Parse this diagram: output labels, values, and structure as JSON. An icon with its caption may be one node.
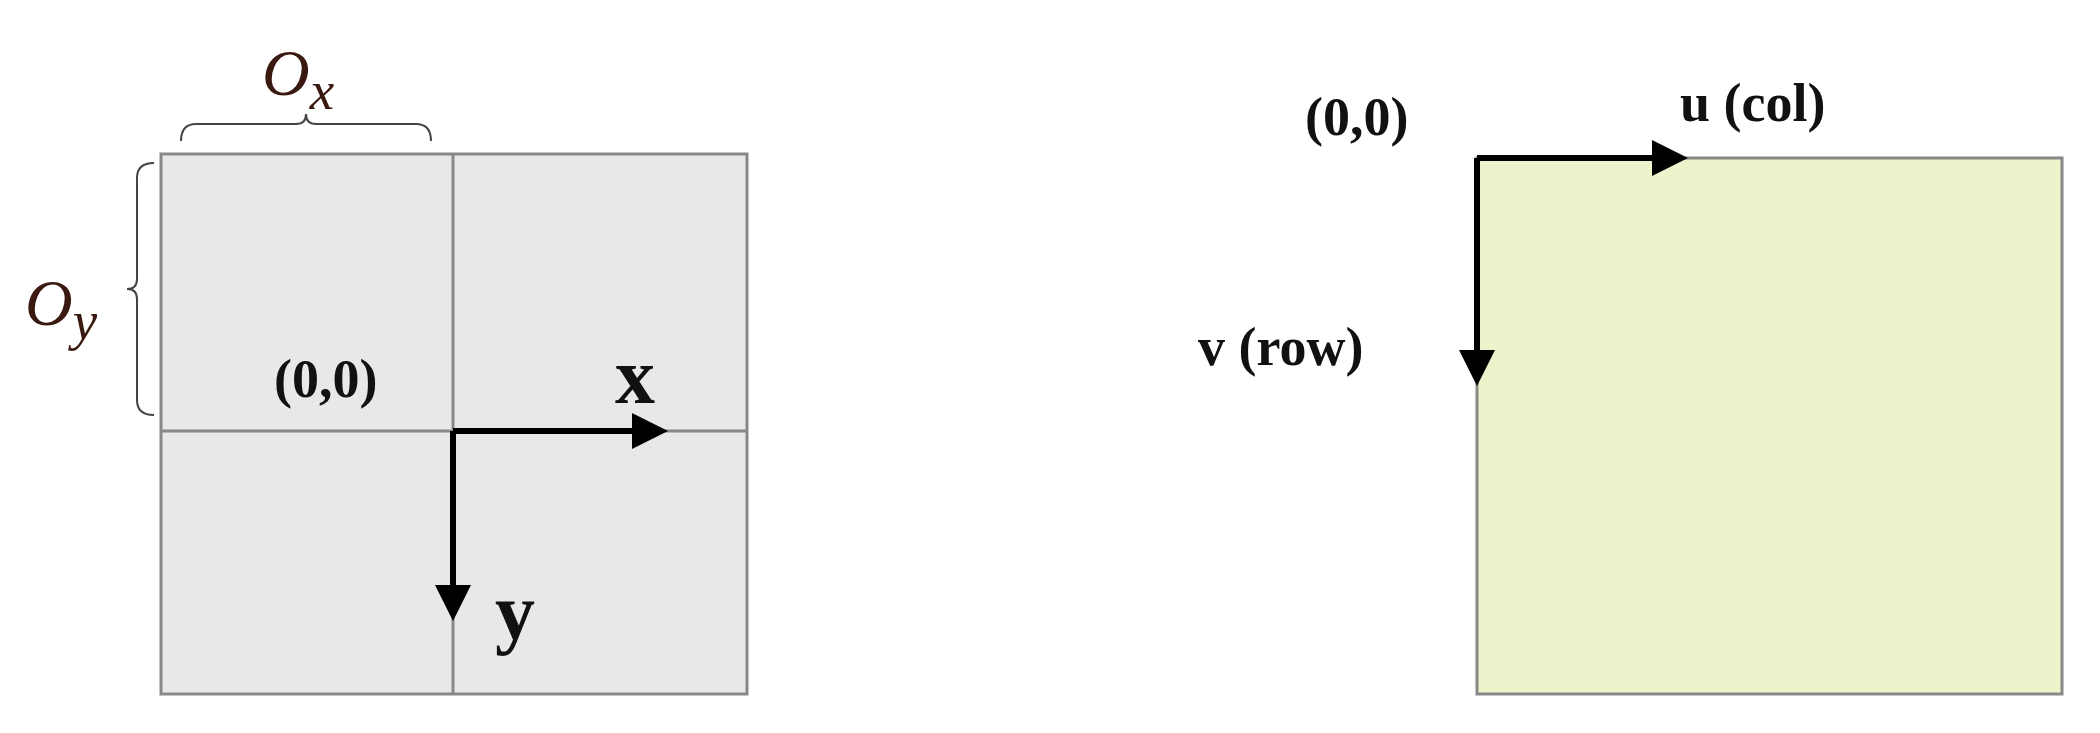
{
  "diagram": {
    "labels": [
      "O$_{x}$",
      "O$_{y}$",
      "(0,0)",
      "x",
      "y",
      "(0,0)",
      "u (col)",
      "v (row)"
    ]
  }
}
